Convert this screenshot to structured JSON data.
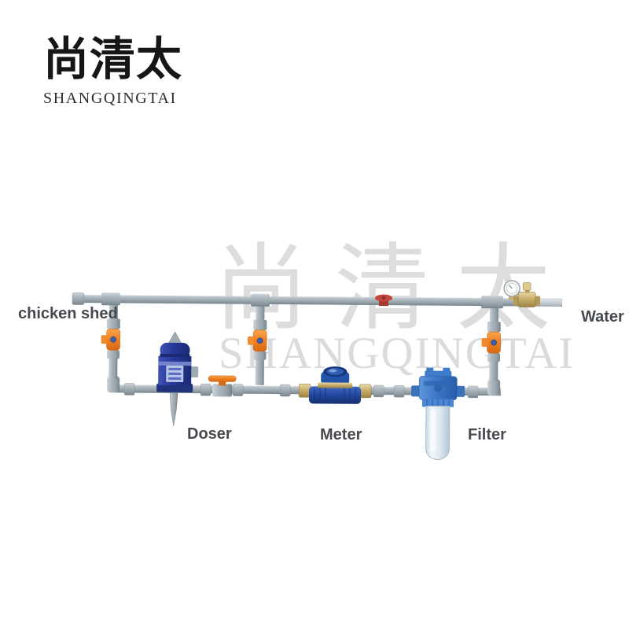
{
  "brand": {
    "logo_cn": "尚清太",
    "logo_en": "SHANGQINGTAI"
  },
  "watermark": {
    "cn": "尚清太",
    "en": "SHANGQINGTAI"
  },
  "diagram": {
    "type": "plumbing-installation-schematic",
    "labels": {
      "chicken_shed": "chicken shed",
      "water": "Water",
      "doser": "Doser",
      "meter": "Meter",
      "filter": "Filter"
    },
    "components": [
      {
        "name": "main-supply-pipe",
        "kind": "pipe",
        "color": "#a7b1b8"
      },
      {
        "name": "pressure-gauge",
        "kind": "gauge",
        "color": "#f4f6f4"
      },
      {
        "name": "brass-reducing-valve",
        "kind": "valve",
        "color": "#c9ae6d"
      },
      {
        "name": "red-mini-valve",
        "kind": "valve",
        "color": "#b5443a"
      },
      {
        "name": "orange-ball-valve-left",
        "kind": "valve",
        "color": "#ef7f1f"
      },
      {
        "name": "orange-ball-valve-middle",
        "kind": "valve",
        "color": "#ef7f1f"
      },
      {
        "name": "orange-ball-valve-right",
        "kind": "valve",
        "color": "#ef7f1f"
      },
      {
        "name": "gate-valve-orange-handle",
        "kind": "valve",
        "color": "#ef7f1f"
      },
      {
        "name": "doser-pump",
        "kind": "doser",
        "color": "#27379a"
      },
      {
        "name": "water-meter",
        "kind": "meter",
        "color": "#22479e"
      },
      {
        "name": "water-filter",
        "kind": "filter",
        "color": "#3a74c4"
      }
    ]
  },
  "colors": {
    "pipe_gray": "#a7b1b8",
    "pipe_light": "#ccd3d8",
    "pipe_dark": "#78858d",
    "valve_orange": "#ef7f1f",
    "valve_red": "#b5443a",
    "valve_dot_blue": "#3a5fa8",
    "doser_blue": "#27379a",
    "meter_blue": "#22479e",
    "filter_blue": "#3a74c4",
    "brass": "#c9ae6d",
    "label_text": "#46494d",
    "logo_text": "#161616",
    "watermark_gray": "#c9c9c9",
    "background": "#ffffff"
  }
}
